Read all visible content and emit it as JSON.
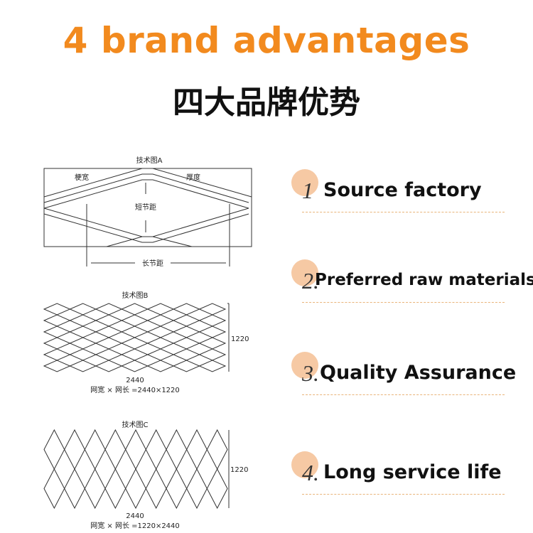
{
  "header": {
    "title": "4 brand advantages",
    "subtitle": "四大品牌优势"
  },
  "diagrams": [
    {
      "caption": "技术图A",
      "labels": {
        "strand_width": "梗宽",
        "thickness": "厚度",
        "short_pitch": "短节距",
        "long_pitch": "长节距"
      }
    },
    {
      "caption": "技术图B",
      "height": "1220",
      "width": "2440",
      "formula": "网宽 × 网长 =2440×1220"
    },
    {
      "caption": "技术图C",
      "height": "1220",
      "width": "2440",
      "formula": "网宽 × 网长 =1220×2440"
    }
  ],
  "advantages": [
    {
      "number": "1",
      "label": "Source factory"
    },
    {
      "number": "2.",
      "label": "Preferred raw materials"
    },
    {
      "number": "3.",
      "label": "Quality Assurance"
    },
    {
      "number": "4.",
      "label": "Long service life"
    }
  ],
  "colors": {
    "accent": "#f28a1e",
    "circle": "#f6c9a4",
    "divider": "#e9b47a"
  }
}
